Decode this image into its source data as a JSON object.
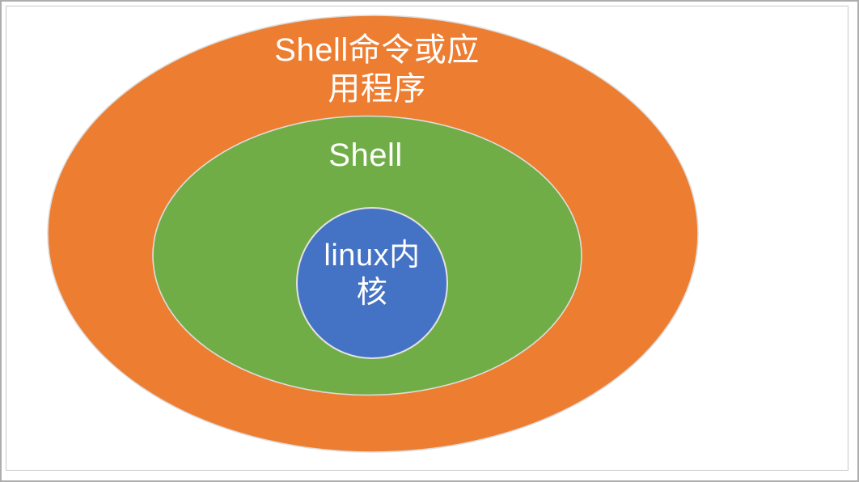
{
  "diagram": {
    "type": "nested-venn",
    "description": "Concentric ellipse diagram of Linux system layers",
    "text_color": "#ffffff",
    "shape_stroke_color": "#dedddb",
    "rings": [
      {
        "id": "outer",
        "label": "Shell命令或应用程序",
        "lines": [
          "Shell命令或应",
          "用程序"
        ],
        "fill": "#ED7D31"
      },
      {
        "id": "middle",
        "label": "Shell",
        "lines": [
          "Shell"
        ],
        "fill": "#70AD47"
      },
      {
        "id": "inner",
        "label": "linux内核",
        "lines": [
          "linux内",
          "核"
        ],
        "fill": "#4472C4"
      }
    ]
  }
}
